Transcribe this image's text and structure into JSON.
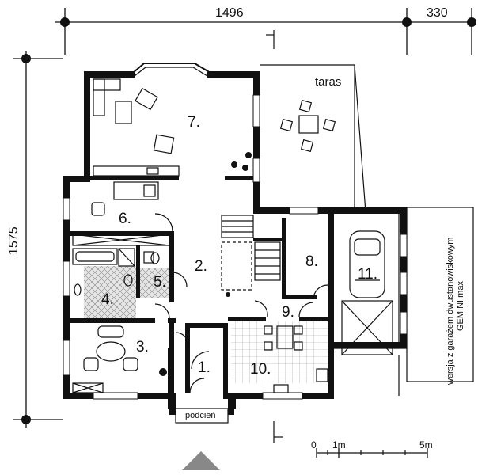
{
  "dimensions": {
    "top_main": "1496",
    "top_side": "330",
    "left": "1575"
  },
  "rooms": {
    "r1": "1.",
    "r2": "2.",
    "r3": "3.",
    "r4": "4.",
    "r5": "5.",
    "r6": "6.",
    "r7": "7.",
    "r8": "8.",
    "r9": "9.",
    "r10": "10.",
    "r11": "11."
  },
  "labels": {
    "taras": "taras",
    "podcien": "podcień",
    "garage_note_1": "wersja z garażem dwustanowiskowym",
    "garage_note_2": "GEMINI max"
  },
  "scale": {
    "zero": "0",
    "one": "1m",
    "five": "5m"
  }
}
